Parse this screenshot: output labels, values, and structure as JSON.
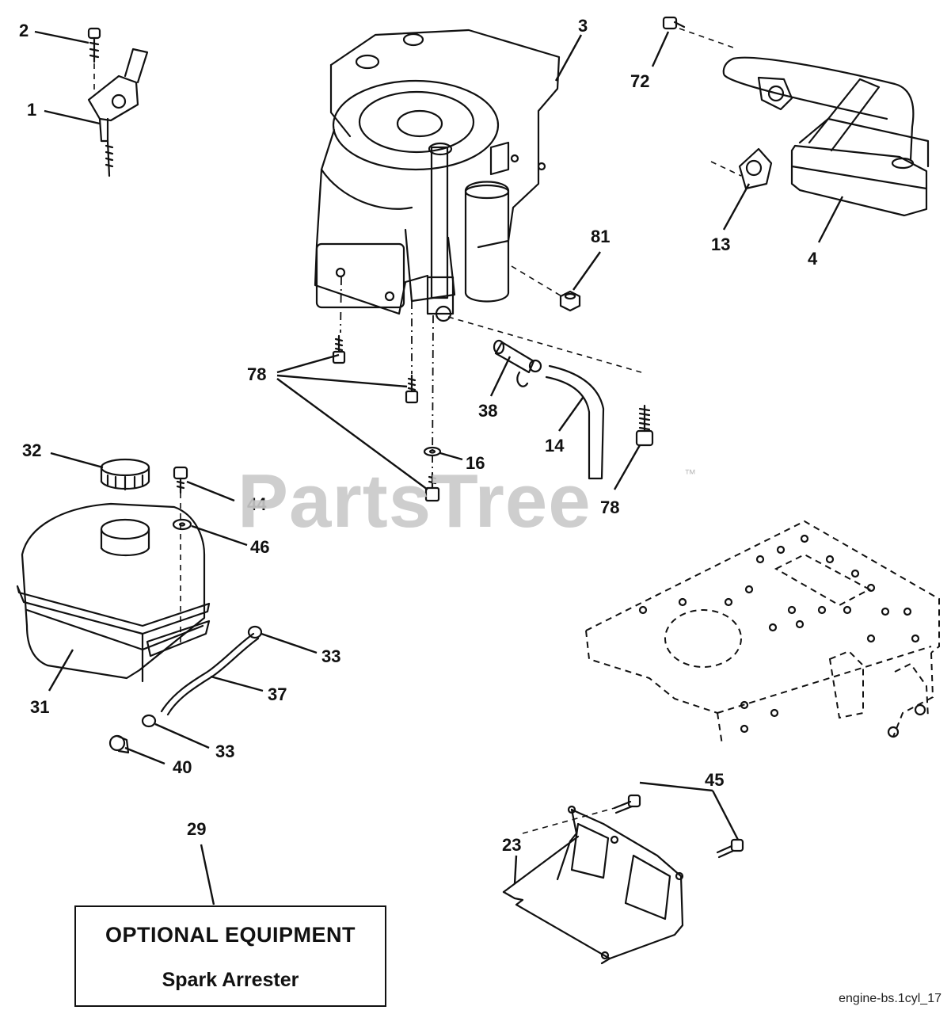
{
  "watermark": {
    "brand": "PartsTree",
    "tm": "™"
  },
  "optional_equipment": {
    "title": "OPTIONAL EQUIPMENT",
    "subtitle": "Spark Arrester"
  },
  "diagram_id": "engine-bs.1cyl_17",
  "callouts": {
    "c1": "1",
    "c2": "2",
    "c3": "3",
    "c4": "4",
    "c13": "13",
    "c14": "14",
    "c16": "16",
    "c23": "23",
    "c29": "29",
    "c31": "31",
    "c32": "32",
    "c33a": "33",
    "c33b": "33",
    "c37": "37",
    "c38": "38",
    "c40": "40",
    "c44": "44",
    "c45": "45",
    "c46": "46",
    "c72": "72",
    "c78a": "78",
    "c78b": "78",
    "c81": "81"
  },
  "colors": {
    "ink": "#111111",
    "watermark": "#c9c9c9",
    "background": "#ffffff"
  }
}
